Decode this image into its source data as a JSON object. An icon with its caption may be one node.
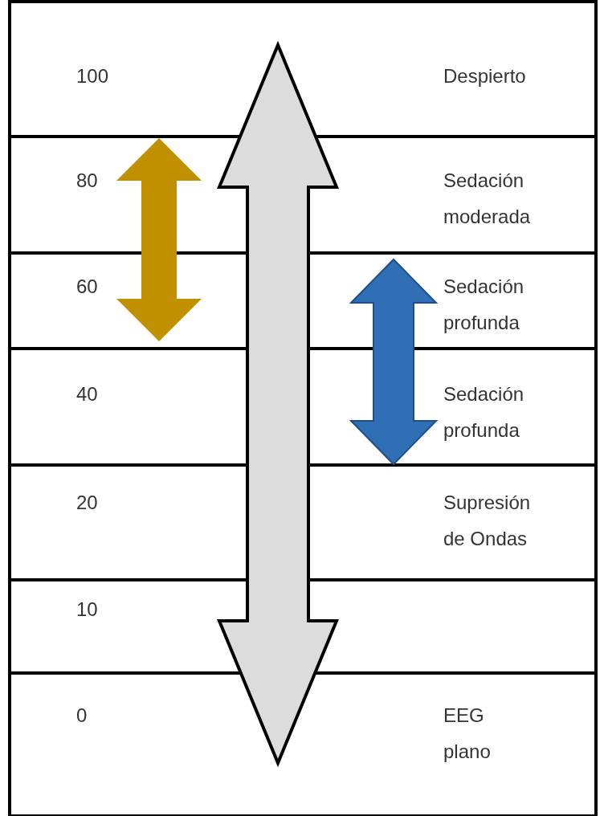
{
  "diagram": {
    "nodes": [
      {
        "text": [
          "100",
          "Despierto"
        ]
      },
      {
        "text": [
          "80",
          "Sedación moderada"
        ]
      },
      {
        "text": [
          "60",
          "Sedación profunda"
        ]
      },
      {
        "text": [
          "40",
          "Sedación profunda"
        ]
      },
      {
        "text": [
          "20",
          "Supresión de Ondas"
        ]
      },
      {
        "text": [
          "10"
        ]
      },
      {
        "text": [
          "0",
          "EEG plano"
        ]
      }
    ],
    "edges": [
      {
        "from": 0,
        "to": 6,
        "arrow": "both",
        "style": "thick",
        "color": "#dcdcdc"
      },
      {
        "from": 1,
        "to": 2,
        "arrow": "both",
        "color": "#c09000"
      },
      {
        "from": 2,
        "to": 3,
        "arrow": "both",
        "color": "#2e6fb5"
      }
    ]
  }
}
